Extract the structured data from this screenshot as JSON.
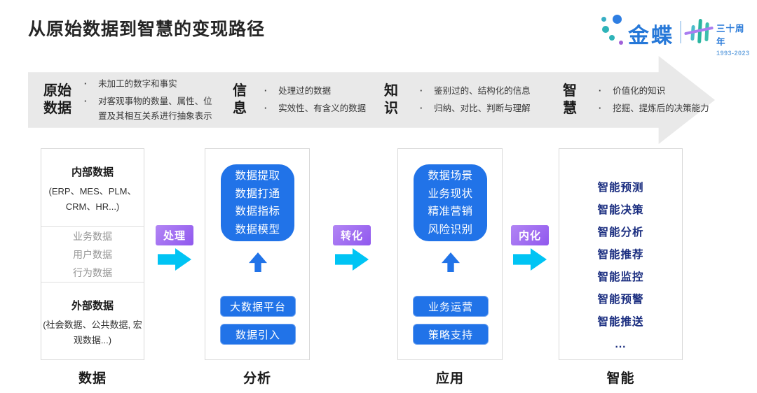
{
  "title": "从原始数据到智慧的变现路径",
  "logo": {
    "brand": "金蝶",
    "anniversary": "三十周年",
    "years": "1993-2023"
  },
  "banner": {
    "stages": [
      {
        "term": "原始数据",
        "points": [
          "未加工的数字和事实",
          "对客观事物的数量、属性、位置及其相互关系进行抽象表示"
        ]
      },
      {
        "term": "信息",
        "points": [
          "处理过的数据",
          "实效性、有含义的数据"
        ]
      },
      {
        "term": "知识",
        "points": [
          "鉴别过的、结构化的信息",
          "归纳、对比、判断与理解"
        ]
      },
      {
        "term": "智慧",
        "points": [
          "价值化的知识",
          "挖掘、提炼后的决策能力"
        ]
      }
    ]
  },
  "connectors": [
    {
      "label": "处理"
    },
    {
      "label": "转化"
    },
    {
      "label": "内化"
    }
  ],
  "columns": {
    "data": {
      "internal": {
        "heading": "内部数据",
        "sub": "(ERP、MES、PLM、CRM、HR...)"
      },
      "middle_items": [
        "业务数据",
        "用户数据",
        "行为数据"
      ],
      "external": {
        "heading": "外部数据",
        "sub": "(社会数据、公共数据, 宏观数据...)"
      }
    },
    "analysis": {
      "box_lines": [
        "数据提取",
        "数据打通",
        "数据指标",
        "数据模型"
      ],
      "buttons": [
        "大数据平台",
        "数据引入"
      ]
    },
    "application": {
      "box_lines": [
        "数据场景",
        "业务现状",
        "精准营销",
        "风险识别"
      ],
      "buttons": [
        "业务运营",
        "策略支持"
      ]
    },
    "intelligence": {
      "items": [
        "智能预测",
        "智能决策",
        "智能分析",
        "智能推荐",
        "智能监控",
        "智能预警",
        "智能推送",
        "..."
      ]
    }
  },
  "footer_labels": [
    "数据",
    "分析",
    "应用",
    "智能"
  ],
  "icons": {
    "connector_arrow": "arrow-right-icon",
    "box_arrow": "arrow-up-icon",
    "banner": "big-right-arrow-shape",
    "logo_dots": "kingdee-dots-icon",
    "logo_mark": "thirty-anniversary-icon"
  },
  "colors": {
    "accent_blue": "#2173e8",
    "navy_text": "#1b2e80",
    "pill_purple": "#9c63f0",
    "cyan_arrow": "#00c4f4",
    "banner_gray": "#e9e9e9",
    "brand_blue": "#2678d8",
    "brand_teal": "#2eb4a6",
    "brand_purple": "#9b64d8"
  }
}
